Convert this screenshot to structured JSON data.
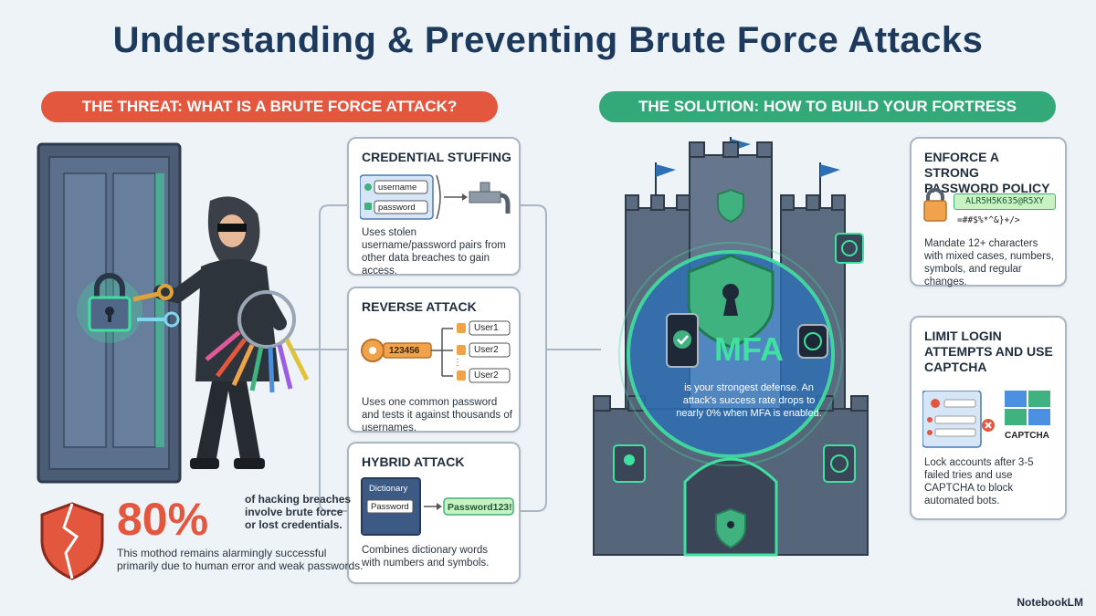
{
  "title": "Understanding & Preventing Brute Force Attacks",
  "threat_banner": "THE THREAT: WHAT IS A BRUTE FORCE ATTACK?",
  "solution_banner": "THE SOLUTION: HOW TO BUILD YOUR FORTRESS",
  "attacks": [
    {
      "title": "CREDENTIAL STUFFING",
      "fields": [
        "username",
        "password"
      ],
      "description": "Uses stolen username/password pairs from other data breaches to gain access."
    },
    {
      "title": "REVERSE ATTACK",
      "key_text": "123456",
      "users": [
        "User1",
        "User2",
        "User2"
      ],
      "description": "Uses one common password and tests it against thousands of usernames."
    },
    {
      "title": "HYBRID ATTACK",
      "book_title": "Dictionary",
      "book_field": "Password",
      "result": "Password123!",
      "description": "Combines dictionary words with numbers and symbols."
    }
  ],
  "stat": {
    "value": "80%",
    "text": "of hacking breaches involve brute force or lost credentials.",
    "description": "This mothod remains alarmingly successful primarily due to human error and weak passwords."
  },
  "mfa": {
    "label": "MFA",
    "description": "is your strongest defense. An attack's success rate drops to nearly 0% when MFA is enabled."
  },
  "solutions": [
    {
      "title": "ENFORCE A STRONG PASSWORD POLICY",
      "sample": "ALR5H5K635@R5XY",
      "symbols": "=##$%*^&}+/>",
      "description": "Mandate 12+ characters with mixed cases, numbers, symbols, and regular changes."
    },
    {
      "title": "LIMIT LOGIN ATTEMPTS AND USE CAPTCHA",
      "captcha_label": "CAPTCHA",
      "description": "Lock accounts after 3-5 failed tries and use CAPTCHA to block automated bots."
    }
  ],
  "watermark": "NotebookLM",
  "colors": {
    "threat": "#e4573f",
    "solution": "#33a878",
    "title": "#1d3a5c",
    "glow": "#3fe0a0"
  }
}
